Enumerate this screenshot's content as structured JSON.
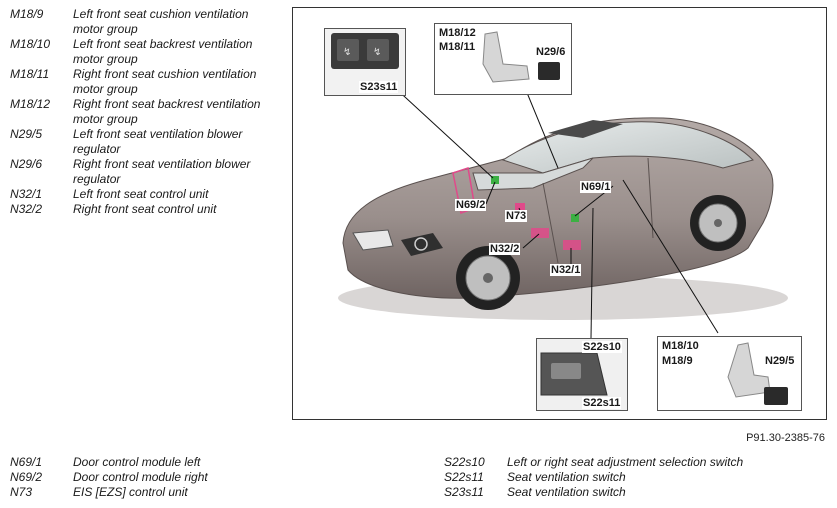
{
  "top_legend": [
    {
      "code": "M18/9",
      "desc": "Left front seat cushion ventilation motor group"
    },
    {
      "code": "M18/10",
      "desc": "Left front seat backrest ventilation motor group"
    },
    {
      "code": "M18/11",
      "desc": "Right front seat cushion ventilation motor group"
    },
    {
      "code": "M18/12",
      "desc": "Right front seat backrest ventilation motor group"
    },
    {
      "code": "N29/5",
      "desc": "Left front seat ventilation blower regulator"
    },
    {
      "code": "N29/6",
      "desc": "Right front seat ventilation blower regulator"
    },
    {
      "code": "N32/1",
      "desc": "Left front seat control unit"
    },
    {
      "code": "N32/2",
      "desc": "Right front seat control unit"
    }
  ],
  "figure": {
    "reference": "P91.30-2385-76",
    "callouts": {
      "s23s11": "S23s11",
      "m18_12": "M18/12",
      "m18_11": "M18/11",
      "n29_6": "N29/6",
      "n69_1": "N69/1",
      "n69_2": "N69/2",
      "n73": "N73",
      "n32_2": "N32/2",
      "n32_1": "N32/1",
      "s22s10": "S22s10",
      "s22s11": "S22s11",
      "m18_10": "M18/10",
      "m18_9": "M18/9",
      "n29_5": "N29/5"
    }
  },
  "bottom_legend_left": [
    {
      "code": "N69/1",
      "desc": "Door control module left"
    },
    {
      "code": "N69/2",
      "desc": "Door control module right"
    },
    {
      "code": "N73",
      "desc": "EIS [EZS] control unit"
    }
  ],
  "bottom_legend_right": [
    {
      "code": "S22s10",
      "desc": "Left or right seat adjustment selection switch"
    },
    {
      "code": "S22s11",
      "desc": "Seat ventilation switch"
    },
    {
      "code": "S23s11",
      "desc": "Seat ventilation switch"
    }
  ],
  "colors": {
    "car_body": "#9a8f8c",
    "car_shade": "#6f6462",
    "highlight_pink": "#e04a8a",
    "highlight_green": "#3cb043"
  }
}
